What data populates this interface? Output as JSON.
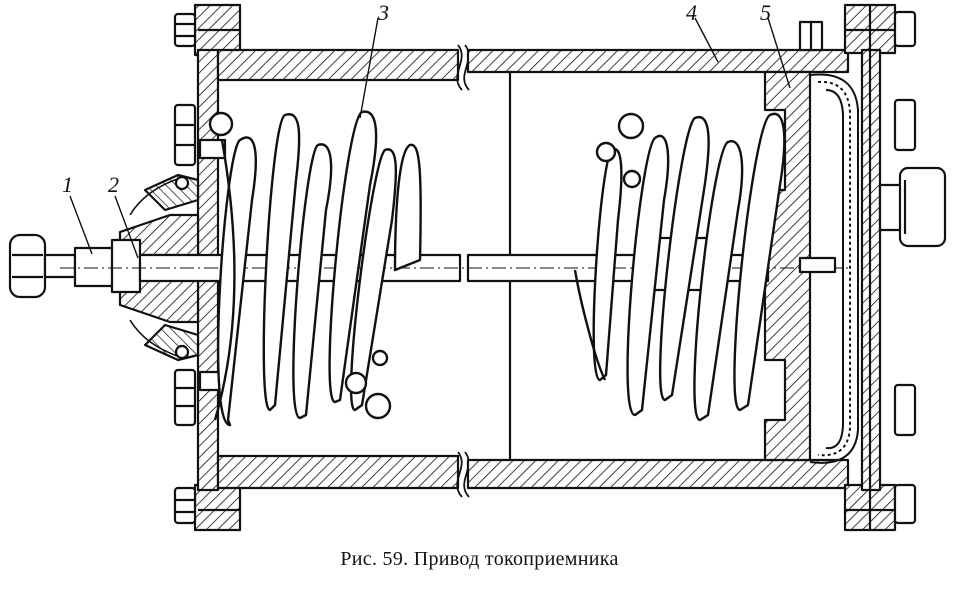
{
  "figure": {
    "caption": "Рис. 59. Привод токоприемника",
    "callouts": [
      {
        "id": "1",
        "label": "1"
      },
      {
        "id": "2",
        "label": "2"
      },
      {
        "id": "3",
        "label": "3"
      },
      {
        "id": "4",
        "label": "4"
      },
      {
        "id": "5",
        "label": "5"
      }
    ]
  },
  "colors": {
    "ink": "#111111",
    "paper": "#ffffff"
  }
}
